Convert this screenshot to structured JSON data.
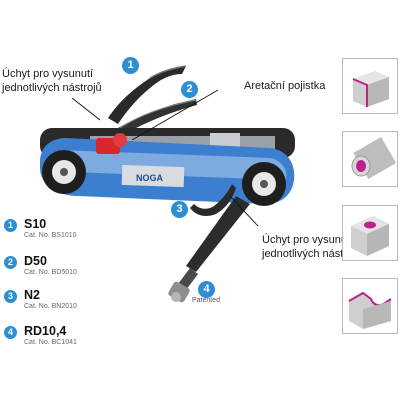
{
  "callouts": {
    "grip_top_line1": "Úchyt pro vysunutí",
    "grip_top_line2": "jednotlivých nástrojů",
    "lock": "Aretační pojistka",
    "grip_bottom_line1": "Úchyt pro vysunutí",
    "grip_bottom_line2": "jednotlivých nástrojů",
    "patented": "Patented"
  },
  "markers": [
    "1",
    "2",
    "3",
    "4"
  ],
  "brand_label": "NOGA",
  "legend": [
    {
      "badge": "1",
      "name": "S10",
      "cat": "Cat. No. BS1010"
    },
    {
      "badge": "2",
      "name": "D50",
      "cat": "Cat. No. BD5010"
    },
    {
      "badge": "3",
      "name": "N2",
      "cat": "Cat. No. BN2010"
    },
    {
      "badge": "4",
      "name": "RD10,4",
      "cat": "Cat. No. BC1041"
    }
  ],
  "colors": {
    "accent_blue": "#2b8fd1",
    "handle_blue": "#3c7fd0",
    "handle_light": "#a9c6ea",
    "lock_red": "#d8262c",
    "edge_magenta": "#c0208a"
  }
}
